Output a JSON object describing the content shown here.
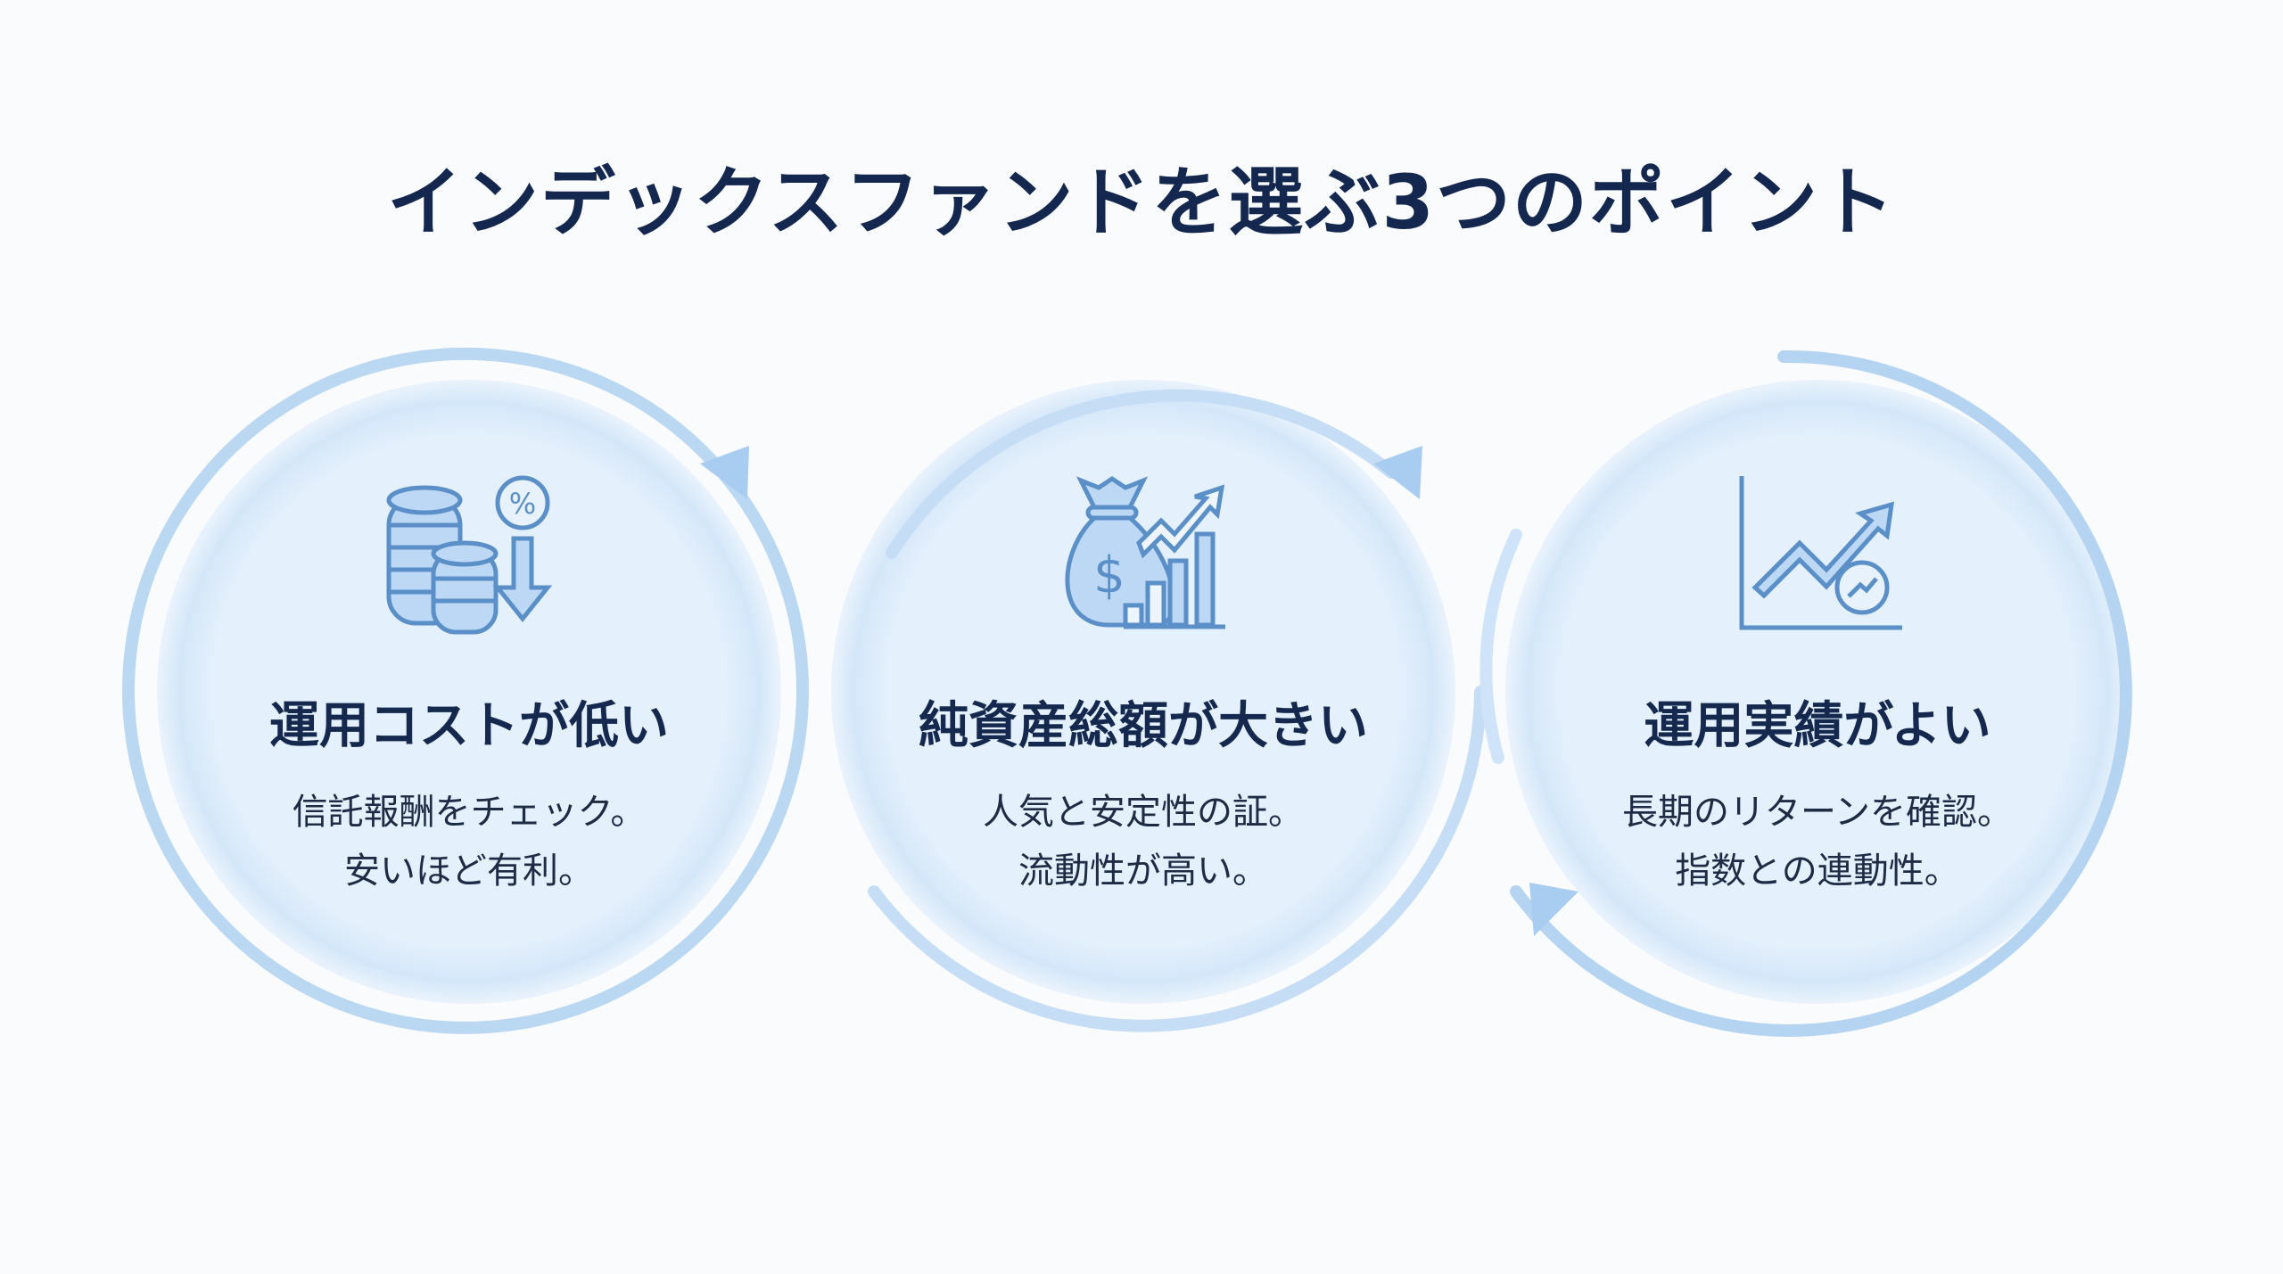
{
  "title": "インデックスファンドを選ぶ3つのポイント",
  "points": [
    {
      "icon": "coins-percent-down-icon",
      "heading": "運用コストが低い",
      "lines": [
        "信託報酬をチェック。",
        "安いほど有利。"
      ]
    },
    {
      "icon": "money-bag-growth-icon",
      "heading": "純資産総額が大きい",
      "lines": [
        "人気と安定性の証。",
        "流動性が高い。"
      ]
    },
    {
      "icon": "line-chart-up-icon",
      "heading": "運用実績がよい",
      "lines": [
        "長期のリターンを確認。",
        "指数との連動性。"
      ]
    }
  ],
  "colors": {
    "title": "#14284f",
    "accent": "#5b8fc7",
    "ring": "#b9d7f3",
    "fill": "#e3f0fc"
  }
}
